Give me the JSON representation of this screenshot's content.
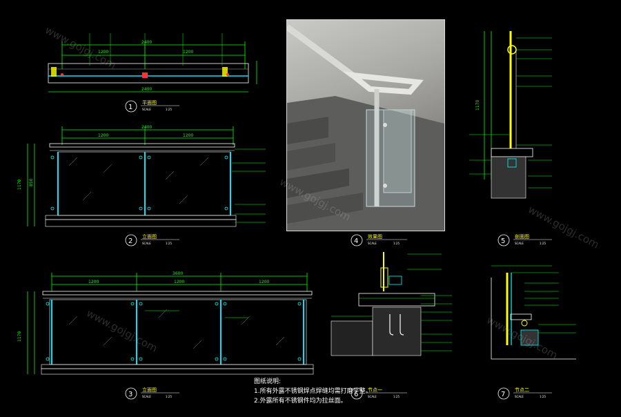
{
  "watermark": "www.gojgj.com",
  "scale_label": "SCALE",
  "scale_value": "1:25",
  "dims": {
    "d2400": "2400",
    "d1200": "1200",
    "d3600": "3600",
    "d1170": "1170",
    "d850": "850"
  },
  "views": [
    {
      "num": "1",
      "title": "平面图"
    },
    {
      "num": "2",
      "title": "立面图"
    },
    {
      "num": "3",
      "title": "立面图"
    },
    {
      "num": "4",
      "title": "效果图"
    },
    {
      "num": "5",
      "title": "剖面图"
    },
    {
      "num": "6",
      "title": "节点一"
    },
    {
      "num": "7",
      "title": "节点二"
    }
  ],
  "notes": {
    "heading": "图纸说明:",
    "line1": "1.所有外露不锈钢焊点焊缝均需打磨平整。",
    "line2": "2.外露所有不锈钢件均为拉丝面。"
  },
  "colors": {
    "background": "#000000",
    "dimension": "#00ff00",
    "glass": "#00e5ff",
    "rail": "#ffff00",
    "line": "#ffffff"
  }
}
